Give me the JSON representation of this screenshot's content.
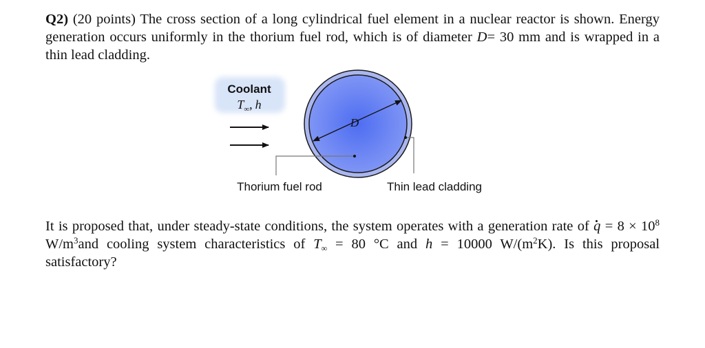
{
  "problem": {
    "label": "Q2)",
    "points": "(20 points)",
    "intro": "The cross section of a long cylindrical fuel element in a nuclear reactor is shown. Energy generation occurs uniformly in the thorium fuel rod, which is of diameter",
    "diameter_symbol": "D",
    "diameter_value": "= 30 mm",
    "intro_end": "and is wrapped in a thin lead cladding.",
    "proposal_start": "It is proposed that, under steady-state conditions, the system operates with a generation rate of",
    "q_symbol": "q",
    "q_value_prefix": "= 8 × 10",
    "q_exponent": "8",
    "q_unit": "W/m",
    "q_unit_exp": "3",
    "q_and": "and cooling system characteristics of",
    "T_symbol": "T",
    "T_sub": "∞",
    "T_value": "= 80 °C and",
    "h_symbol": "h",
    "h_value": "= 10000 W/(m",
    "h_unit_exp": "2",
    "h_unit_end": "K). Is this proposal satisfactory?"
  },
  "figure": {
    "coolant_label": "Coolant",
    "coolant_T": "T",
    "coolant_T_sub": "∞",
    "coolant_sep": ",",
    "coolant_h": "h",
    "diameter_label": "D",
    "rod_label": "Thorium fuel rod",
    "cladding_label": "Thin lead cladding",
    "colors": {
      "cladding": "#aab6ee",
      "fuel_center": "#4e6df2",
      "fuel_edge": "#7f95f4",
      "outline": "#1a1a1a",
      "coolant_box": "#d8e4f8"
    }
  }
}
